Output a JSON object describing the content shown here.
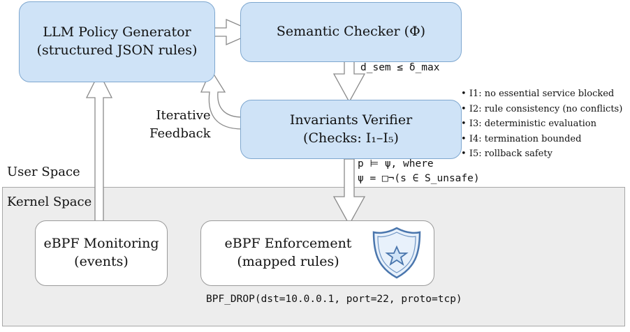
{
  "regions": {
    "user_space": "User Space",
    "kernel_space": "Kernel Space"
  },
  "boxes": {
    "llm": {
      "line1": "LLM Policy Generator",
      "line2": "(structured JSON rules)"
    },
    "semantic": {
      "line1": "Semantic Checker (Φ)"
    },
    "invariants": {
      "line1": "Invariants Verifier",
      "line2": "(Checks: I₁–I₅)"
    },
    "monitoring": {
      "line1": "eBPF Monitoring",
      "line2": "(events)"
    },
    "enforcement": {
      "line1": "eBPF Enforcement",
      "line2": "(mapped rules)"
    }
  },
  "feedback": {
    "line1": "Iterative",
    "line2": "Feedback"
  },
  "annotations": {
    "semantic_condition": "d_sem ≤ δ_max",
    "verify_line1": "p ⊨ ψ, where",
    "verify_line2": "ψ = □¬(s ∈ S_unsafe)",
    "bpf_call": "BPF_DROP(dst=10.0.0.1, port=22, proto=tcp)"
  },
  "invariants": [
    "I1: no essential service blocked",
    "I2: rule consistency (no conflicts)",
    "I3: deterministic evaluation",
    "I4: termination bounded",
    "I5: rollback safety"
  ],
  "icons": {
    "enforcement": "shield-star-icon"
  },
  "colors": {
    "blue_fill": "#cfe3f7",
    "blue_border": "#7ea7cf",
    "kernel_bg": "#ededed"
  }
}
